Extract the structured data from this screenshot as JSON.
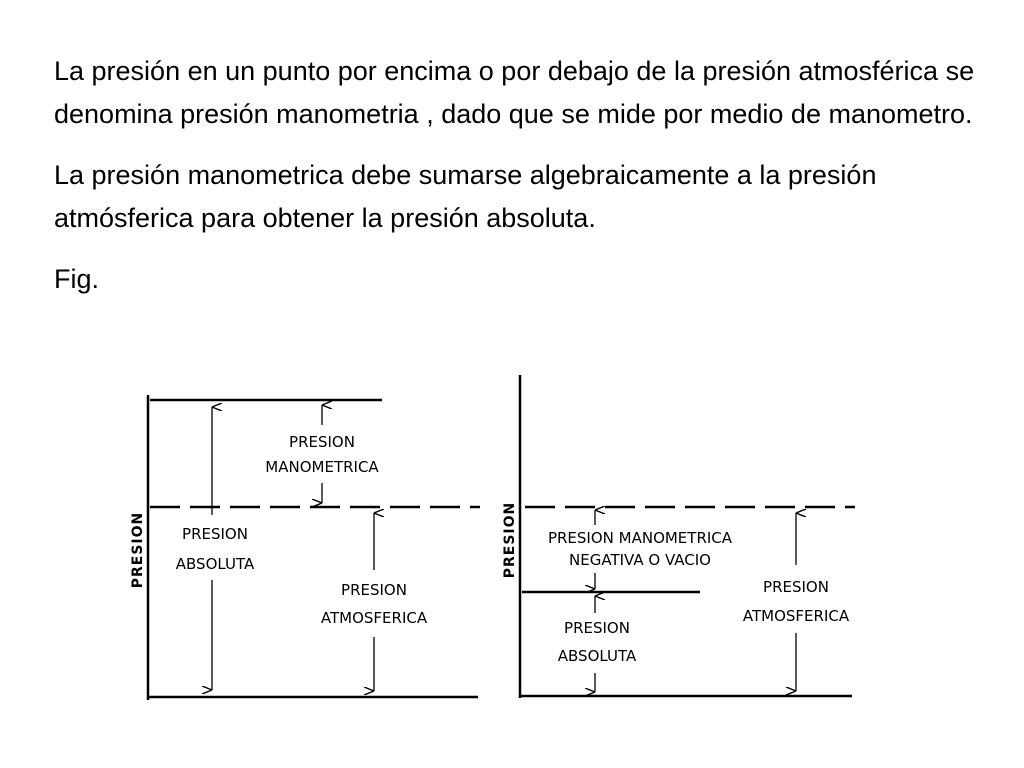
{
  "paragraphs": {
    "p1": "La presión en un punto por encima o por debajo  de la presión atmosférica se denomina presión manometria , dado que se mide por medio de manometro.",
    "p2": "La presión manometrica debe sumarse algebraicamente a la presión atmósferica para obtener la presión absoluta.",
    "fig": "Fig."
  },
  "figure": {
    "left": {
      "axis_label": "PRESION",
      "manometrica_line1": "PRESION",
      "manometrica_line2": "MANOMETRICA",
      "absoluta_line1": "PRESION",
      "absoluta_line2": "ABSOLUTA",
      "atmosferica_line1": "PRESION",
      "atmosferica_line2": "ATMOSFERICA"
    },
    "right": {
      "axis_label": "PRESION",
      "negativa_line1": "PRESION MANOMETRICA",
      "negativa_line2": "NEGATIVA O VACIO",
      "absoluta_line1": "PRESION",
      "absoluta_line2": "ABSOLUTA",
      "atmosferica_line1": "PRESION",
      "atmosferica_line2": "ATMOSFERICA"
    }
  }
}
